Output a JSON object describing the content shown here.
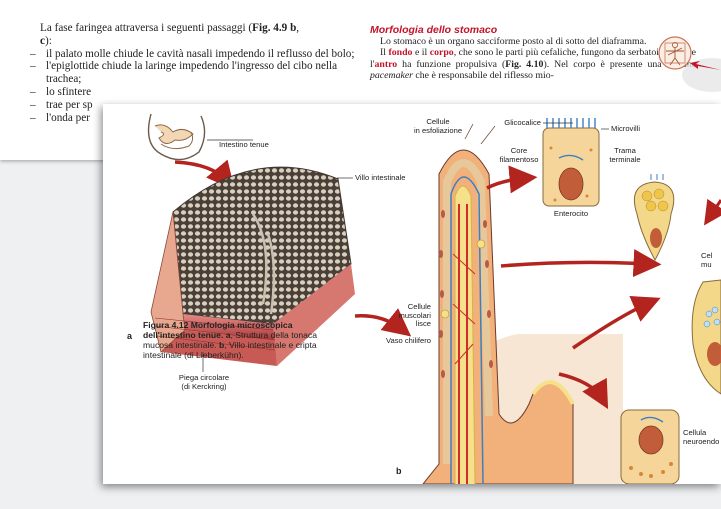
{
  "left_column": {
    "intro_a": "La fase faringea attraversa i seguenti passaggi (",
    "intro_ref": "Fig. 4.9 b",
    "intro_b": ",",
    "intro_c": "c",
    "intro_d": "):",
    "items": [
      "il palato molle chiude le cavità nasali impedendo il reflusso del bolo;",
      "l'epiglottide chiude la laringe impedendo l'ingresso del cibo nella trachea;",
      "lo sfintere",
      "trae per sp",
      "l'onda per"
    ]
  },
  "right_column": {
    "heading": "Morfologia dello stomaco",
    "p1": "Lo stomaco è un organo sacciforme posto al di sotto del diaframma.",
    "p2_a": "Il ",
    "fondo": "fondo",
    "p2_b": " e il ",
    "corpo": "corpo",
    "p2_c": ", che sono le parti più cefaliche, fungono da serbatoio, mentre l'",
    "antro": "antro",
    "p2_d": " ha funzione propulsiva (",
    "fig_ref": "Fig. 4.10",
    "p2_e": "). Nel corpo è presente una regione ",
    "pacemaker": "pacemaker",
    "p2_f": " che è responsabile del riflesso mio-"
  },
  "figure": {
    "labels": {
      "intestino_tenue": "Intestino tenue",
      "villo_intestinale": "Villo intestinale",
      "piega_circolare": "Piega circolare\n(di Kerckring)",
      "cellule_esfoliazione": "Cellule\nin esfoliazione",
      "glicocalice": "Glicocalice",
      "microvilli": "Microvilli",
      "core_filamentoso": "Core\nfilamentoso",
      "trama_terminale": "Trama\nterminale",
      "enterocito": "Enterocito",
      "cellule_calic": "Cel\nmu",
      "cellule_muscolari": "Cellule\nmuscolari\nlisce",
      "vaso_chilifero": "Vaso chilifero",
      "cellula_neuroendo": "Cellula\nneuroendo"
    },
    "panel_a": "a",
    "panel_b": "b",
    "caption": {
      "title": "Figura 4.12 Morfologia microscopica dell'intestino tenue.",
      "a": "a",
      "text_a": ", Struttura della tonaca mucosa intestinale. ",
      "b": "b",
      "text_b": ", Villo intestinale e cripta intestinale (di Lieberkühn)."
    }
  },
  "colors": {
    "accent_red": "#c4142a",
    "arrow_red": "#b3241f",
    "tissue_pink": "#e8a78f",
    "cell_yellow": "#f0c64a",
    "vessel_blue": "#4a8ac4"
  }
}
